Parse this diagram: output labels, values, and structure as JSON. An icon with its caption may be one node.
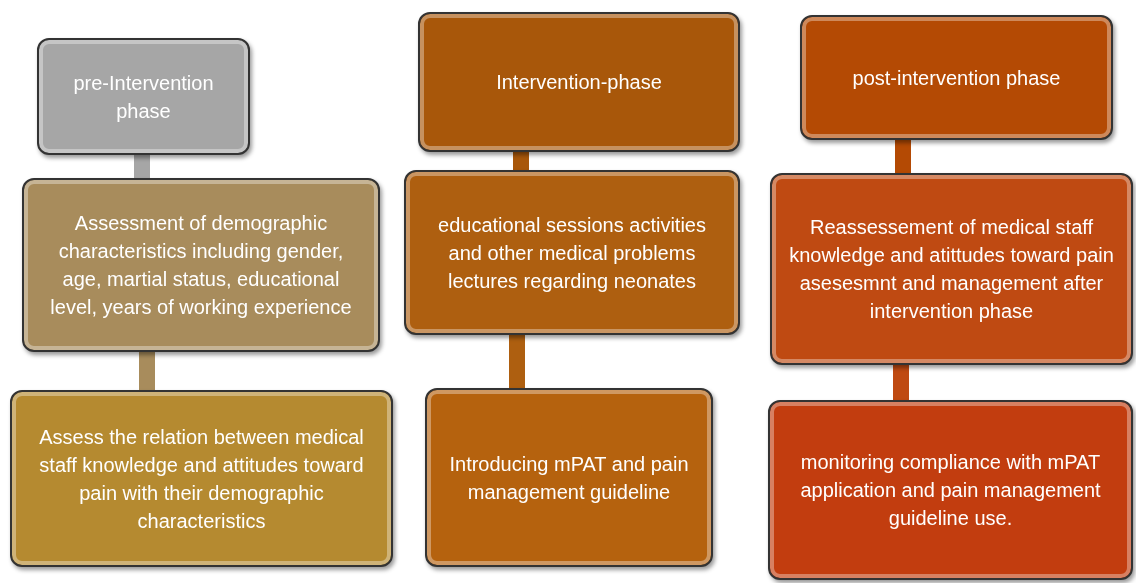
{
  "diagram": {
    "nodes": [
      {
        "text": [
          "pre-Intervention  phase"
        ]
      },
      {
        "text": [
          "Assessment of demographic characteristics including gender, age, martial status, educational level, years of working experience"
        ]
      },
      {
        "text": [
          "Assess the relation between medical staff knowledge and attitudes toward pain with their demographic characteristics"
        ]
      },
      {
        "text": [
          "Intervention-phase"
        ]
      },
      {
        "text": [
          "educational sessions activities  and other medical problems lectures regarding neonates"
        ]
      },
      {
        "text": [
          "Introducing mPAT and pain management guideline"
        ]
      },
      {
        "text": [
          "post-intervention phase"
        ]
      },
      {
        "text": [
          "Reassessement  of medical staff knowledge and atittudes toward pain asesesmnt and management after intervention phase"
        ]
      },
      {
        "text": [
          "monitoring  compliance  with mPAT application and pain management guideline  use."
        ]
      }
    ],
    "edges": [
      {
        "from": 0,
        "to": 1,
        "arrow": "none",
        "color": "#a6a6a6"
      },
      {
        "from": 1,
        "to": 2,
        "arrow": "none",
        "color": "#a88c5c"
      },
      {
        "from": 3,
        "to": 4,
        "arrow": "none",
        "color": "#a8570a"
      },
      {
        "from": 4,
        "to": 5,
        "arrow": "none",
        "color": "#ae5f10"
      },
      {
        "from": 6,
        "to": 7,
        "arrow": "none",
        "color": "#b44a04"
      },
      {
        "from": 7,
        "to": 8,
        "arrow": "none",
        "color": "#bf4a12"
      }
    ]
  }
}
